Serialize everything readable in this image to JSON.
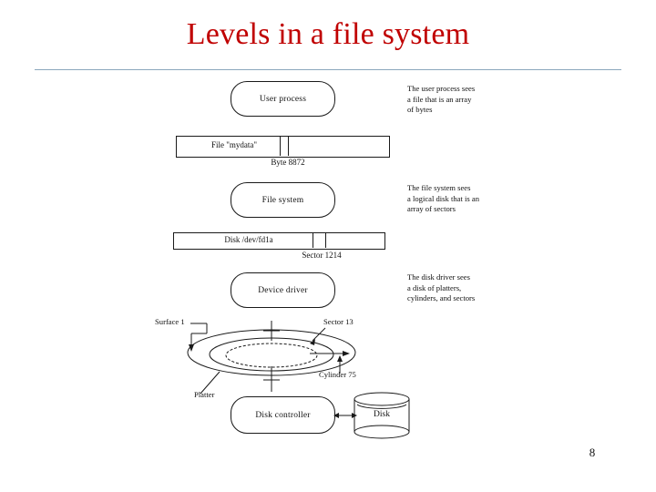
{
  "slide": {
    "title": "Levels in a file system",
    "page_number": "8",
    "title_color": "#c00000",
    "rule_color": "#8ba7bd",
    "background": "#ffffff"
  },
  "diagram": {
    "boxes": [
      {
        "id": "user-process",
        "label": "User process"
      },
      {
        "id": "file-system",
        "label": "File system"
      },
      {
        "id": "device-driver",
        "label": "Device driver"
      },
      {
        "id": "disk-controller",
        "label": "Disk controller"
      }
    ],
    "bars": [
      {
        "id": "file-bar",
        "label": "File \"mydata\"",
        "marker_label": "Byte 8872"
      },
      {
        "id": "disk-bar",
        "label": "Disk /dev/fd1a",
        "marker_label": "Sector 1214"
      }
    ],
    "notes": [
      {
        "id": "note-user-process",
        "lines": [
          "The user process sees",
          "a file that is an array",
          "of bytes"
        ]
      },
      {
        "id": "note-file-system",
        "lines": [
          "The file system sees",
          "a logical disk that is an",
          "array of sectors"
        ]
      },
      {
        "id": "note-device-driver",
        "lines": [
          "The disk driver sees",
          "a disk of platters,",
          "cylinders, and sectors"
        ]
      }
    ],
    "platter": {
      "surface_label": "Surface 1",
      "sector_label": "Sector 13",
      "cylinder_label": "Cylinder 75",
      "platter_label": "Platter"
    },
    "disk": {
      "label": "Disk"
    }
  }
}
